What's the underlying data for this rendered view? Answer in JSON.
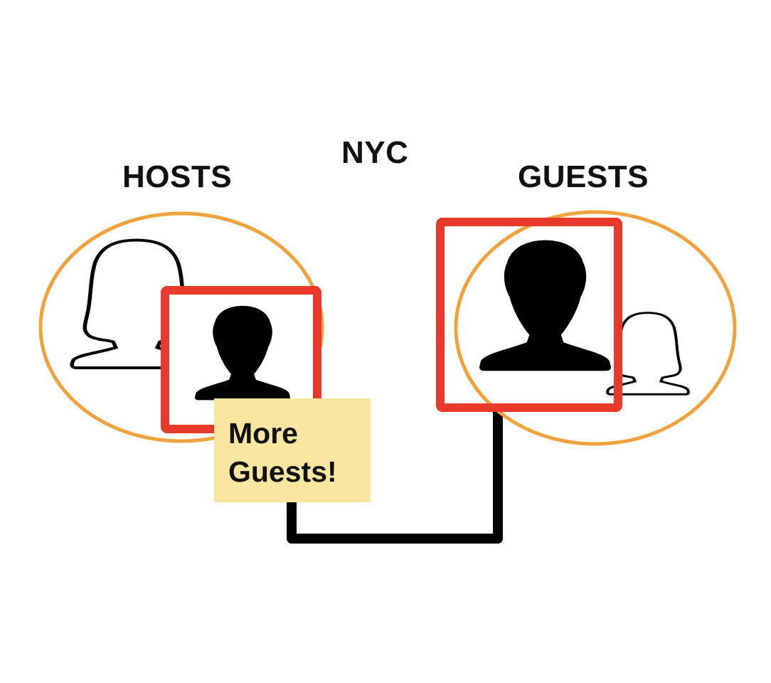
{
  "labels": {
    "city": "NYC",
    "hosts": "HOSTS",
    "guests": "GUESTS"
  },
  "note": {
    "line1": "More",
    "line2": "Guests!"
  },
  "colors": {
    "ellipse": "#f0a23c",
    "highlight_box": "#e8392a",
    "connector": "#000000",
    "note_background": "#fae5a1",
    "person_filled": "#000000",
    "person_outline": "#000000"
  },
  "icons": {
    "hosts_group": [
      "female-person-outline-icon",
      "male-person-filled-icon"
    ],
    "guests_group": [
      "male-person-filled-icon",
      "female-person-outline-icon"
    ]
  }
}
